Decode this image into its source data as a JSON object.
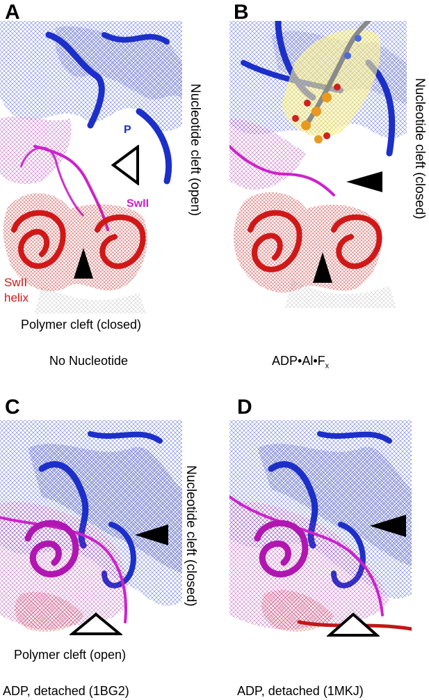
{
  "panels": {
    "a": {
      "letter": "A",
      "side_label": "Nucleotide cleft (open)",
      "bottom_label": "Polymer cleft (closed)",
      "caption": "No Nucleotide",
      "labels": {
        "p": "P",
        "swii": "SwII",
        "swii_helix_1": "SwII",
        "swii_helix_2": "helix"
      }
    },
    "b": {
      "letter": "B",
      "side_label": "Nucleotide cleft (closed)",
      "caption_main": "ADP•Al•F",
      "caption_sub": "x"
    },
    "c": {
      "letter": "C",
      "side_label": "Nucleotide cleft (closed)",
      "bottom_label": "Polymer cleft (open)",
      "caption": "ADP, detached (1BG2)"
    },
    "d": {
      "letter": "D",
      "caption": "ADP, detached (1MKJ)"
    }
  },
  "colors": {
    "p_loop_blue": "#1c2fc8",
    "switch_ii_magenta": "#cc22cc",
    "switch_ii_helix_red": "#d01818",
    "mesh_gray": "#9a9a9a",
    "nucleotide_orange": "#e89a20"
  },
  "icons": [
    "arrowhead-filled",
    "arrowhead-open"
  ]
}
